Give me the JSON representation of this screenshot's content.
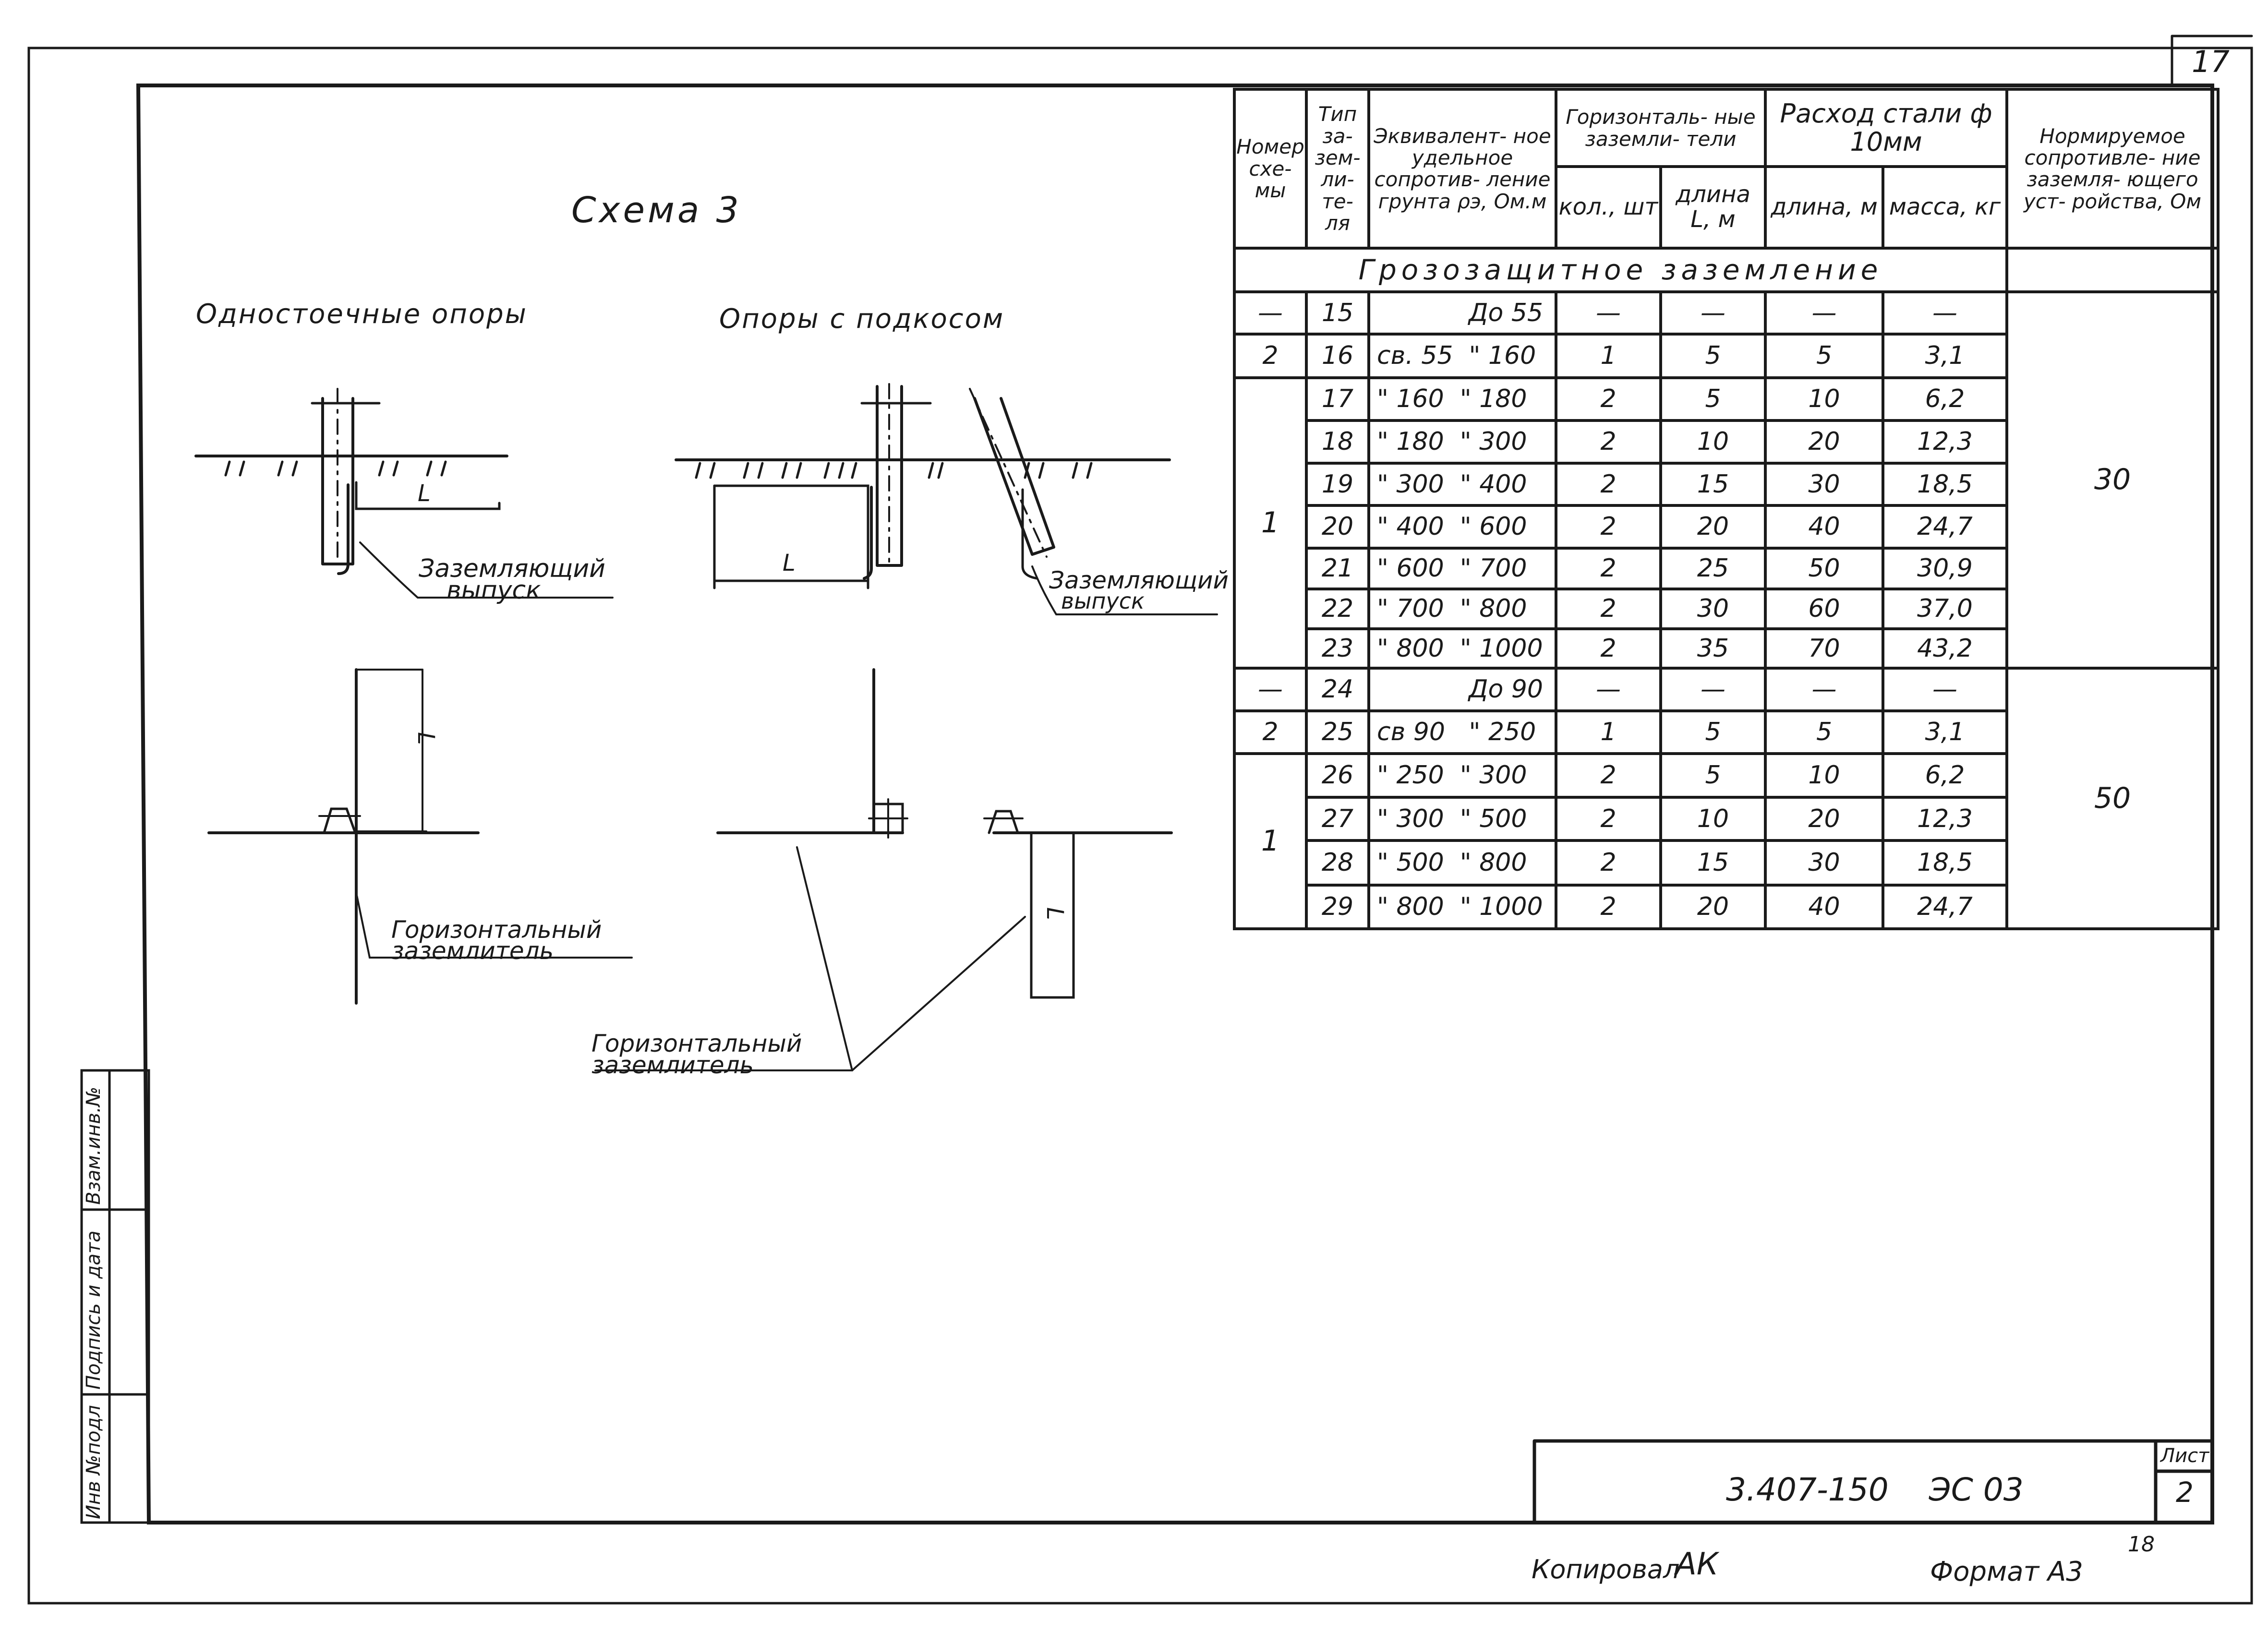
{
  "page_number": "17",
  "scheme_title": "Схема 3",
  "left_drawing": {
    "title": "Одностоечные опоры",
    "dim_label": "L",
    "ground_label_line1": "Заземляющий",
    "ground_label_line2": "выпуск",
    "plan_dim_label": "L",
    "horiz_label_line1": "Горизонтальный",
    "horiz_label_line2": "заземлитель"
  },
  "right_drawing": {
    "title": "Опоры с подкосом",
    "dim_label": "L",
    "ground_label_line1": "Заземляющий",
    "ground_label_line2": "выпуск",
    "plan_dim_label": "L",
    "horiz_label_line1": "Горизонтальный",
    "horiz_label_line2": "заземлитель"
  },
  "table": {
    "headers": {
      "scheme_no": "Номер схе- мы",
      "grounding_type": "Тип за- зем- ли- те- ля",
      "resistivity": "Эквивалент- ное удельное сопротив- ление грунта ρэ, Ом.м",
      "horizontal": "Горизонталь- ные заземли- тели",
      "qty": "кол., шт",
      "length": "длина L, м",
      "steel": "Расход стали ф 10мм",
      "steel_length": "длина, м",
      "steel_mass": "масса, кг",
      "norm_resistance": "Нормируемое сопротивле- ние заземля- ющего уст- ройства, Ом"
    },
    "section_title": "Грозозащитное заземление",
    "group1_scheme_a": "—",
    "group1_scheme_b": "2",
    "group1_scheme_c": "1",
    "group1_norm": "30",
    "group2_scheme_a": "—",
    "group2_scheme_b": "2",
    "group2_scheme_c": "1",
    "group2_norm": "50",
    "rows": [
      {
        "type": "15",
        "range": "До 55",
        "qty": "—",
        "len": "—",
        "slen": "—",
        "mass": "—"
      },
      {
        "type": "16",
        "range": "св. 55  \" 160",
        "qty": "1",
        "len": "5",
        "slen": "5",
        "mass": "3,1"
      },
      {
        "type": "17",
        "range": "\" 160  \" 180",
        "qty": "2",
        "len": "5",
        "slen": "10",
        "mass": "6,2"
      },
      {
        "type": "18",
        "range": "\" 180  \" 300",
        "qty": "2",
        "len": "10",
        "slen": "20",
        "mass": "12,3"
      },
      {
        "type": "19",
        "range": "\" 300  \" 400",
        "qty": "2",
        "len": "15",
        "slen": "30",
        "mass": "18,5"
      },
      {
        "type": "20",
        "range": "\" 400  \" 600",
        "qty": "2",
        "len": "20",
        "slen": "40",
        "mass": "24,7"
      },
      {
        "type": "21",
        "range": "\" 600  \" 700",
        "qty": "2",
        "len": "25",
        "slen": "50",
        "mass": "30,9"
      },
      {
        "type": "22",
        "range": "\" 700  \" 800",
        "qty": "2",
        "len": "30",
        "slen": "60",
        "mass": "37,0"
      },
      {
        "type": "23",
        "range": "\" 800  \" 1000",
        "qty": "2",
        "len": "35",
        "slen": "70",
        "mass": "43,2"
      },
      {
        "type": "24",
        "range": "До 90",
        "qty": "—",
        "len": "—",
        "slen": "—",
        "mass": "—"
      },
      {
        "type": "25",
        "range": "св 90   \" 250",
        "qty": "1",
        "len": "5",
        "slen": "5",
        "mass": "3,1"
      },
      {
        "type": "26",
        "range": "\" 250  \" 300",
        "qty": "2",
        "len": "5",
        "slen": "10",
        "mass": "6,2"
      },
      {
        "type": "27",
        "range": "\" 300  \" 500",
        "qty": "2",
        "len": "10",
        "slen": "20",
        "mass": "12,3"
      },
      {
        "type": "28",
        "range": "\" 500  \" 800",
        "qty": "2",
        "len": "15",
        "slen": "30",
        "mass": "18,5"
      },
      {
        "type": "29",
        "range": "\" 800  \" 1000",
        "qty": "2",
        "len": "20",
        "slen": "40",
        "mass": "24,7"
      }
    ]
  },
  "side_stamp": {
    "inv_podl": "Инв №подл",
    "podpis": "Подпись и дата",
    "vzam": "Взам.инв.№"
  },
  "title_block": {
    "code": "3.407-150    ЭС 03",
    "sheet_label": "Лист",
    "sheet_no": "2"
  },
  "footer": {
    "copied": "Копировал",
    "copied_sig": "АК",
    "format": "Формат А3",
    "page_small": "18"
  }
}
